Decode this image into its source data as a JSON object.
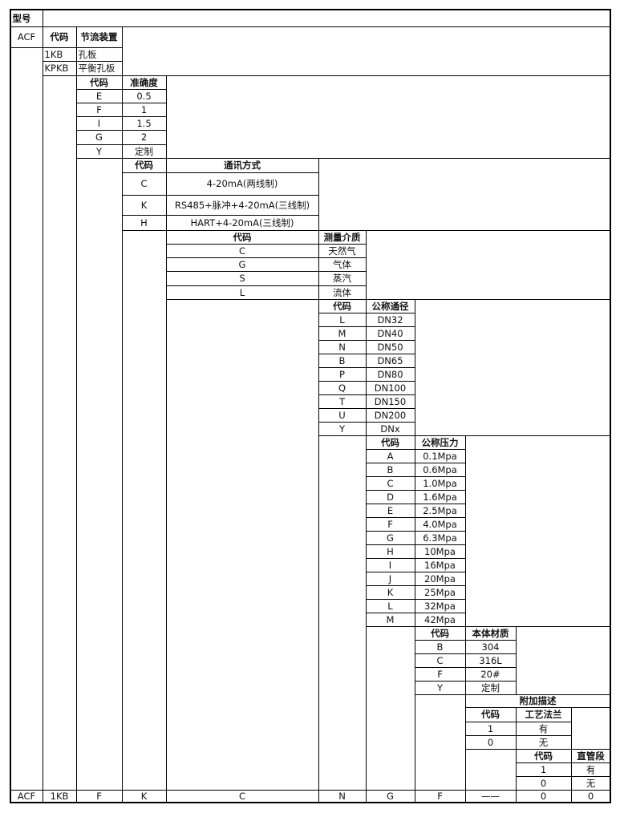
{
  "title": "型号",
  "model": {
    "code": "ACF",
    "code_header": "代码",
    "name_header": "节流装置",
    "items": [
      {
        "code": "1KB",
        "label": "孔板"
      },
      {
        "code": "KPKB",
        "label": "平衡孔板"
      }
    ]
  },
  "accuracy": {
    "code_header": "代码",
    "name_header": "准确度",
    "items": [
      {
        "code": "E",
        "label": "0.5"
      },
      {
        "code": "F",
        "label": "1"
      },
      {
        "code": "I",
        "label": "1.5"
      },
      {
        "code": "G",
        "label": "2"
      },
      {
        "code": "Y",
        "label": "定制"
      }
    ]
  },
  "communication": {
    "code_header": "代码",
    "name_header": "通讯方式",
    "items": [
      {
        "code": "C",
        "label": "4-20mA(两线制)"
      },
      {
        "code": "K",
        "label": "RS485+脉冲+4-20mA(三线制)"
      },
      {
        "code": "H",
        "label": "HART+4-20mA(三线制)"
      }
    ]
  },
  "medium": {
    "code_header": "代码",
    "name_header": "测量介质",
    "items": [
      {
        "code": "C",
        "label": "天然气"
      },
      {
        "code": "G",
        "label": "气体"
      },
      {
        "code": "S",
        "label": "蒸汽"
      },
      {
        "code": "L",
        "label": "流体"
      }
    ]
  },
  "diameter": {
    "code_header": "代码",
    "name_header": "公称通径",
    "items": [
      {
        "code": "L",
        "label": "DN32"
      },
      {
        "code": "M",
        "label": "DN40"
      },
      {
        "code": "N",
        "label": "DN50"
      },
      {
        "code": "B",
        "label": "DN65"
      },
      {
        "code": "P",
        "label": "DN80"
      },
      {
        "code": "Q",
        "label": "DN100"
      },
      {
        "code": "T",
        "label": "DN150"
      },
      {
        "code": "U",
        "label": "DN200"
      },
      {
        "code": "Y",
        "label": "DNx"
      }
    ]
  },
  "pressure": {
    "code_header": "代码",
    "name_header": "公称压力",
    "items": [
      {
        "code": "A",
        "label": "0.1Mpa"
      },
      {
        "code": "B",
        "label": "0.6Mpa"
      },
      {
        "code": "C",
        "label": "1.0Mpa"
      },
      {
        "code": "D",
        "label": "1.6Mpa"
      },
      {
        "code": "E",
        "label": "2.5Mpa"
      },
      {
        "code": "F",
        "label": "4.0Mpa"
      },
      {
        "code": "G",
        "label": "6.3Mpa"
      },
      {
        "code": "H",
        "label": "10Mpa"
      },
      {
        "code": "I",
        "label": "16Mpa"
      },
      {
        "code": "J",
        "label": "20Mpa"
      },
      {
        "code": "K",
        "label": "25Mpa"
      },
      {
        "code": "L",
        "label": "32Mpa"
      },
      {
        "code": "M",
        "label": "42Mpa"
      }
    ]
  },
  "material": {
    "code_header": "代码",
    "name_header": "本体材质",
    "items": [
      {
        "code": "B",
        "label": "304"
      },
      {
        "code": "C",
        "label": "316L"
      },
      {
        "code": "F",
        "label": "20#"
      },
      {
        "code": "Y",
        "label": "定制"
      }
    ]
  },
  "extra_header": "附加描述",
  "flange": {
    "code_header": "代码",
    "name_header": "工艺法兰",
    "items": [
      {
        "code": "1",
        "label": "有"
      },
      {
        "code": "0",
        "label": "无"
      }
    ]
  },
  "straight": {
    "code_header": "代码",
    "name_header": "直管段",
    "items": [
      {
        "code": "1",
        "label": "有"
      },
      {
        "code": "0",
        "label": "无"
      }
    ]
  },
  "example": [
    "ACF",
    "1KB",
    "F",
    "K",
    "C",
    "N",
    "G",
    "F",
    "——",
    "0",
    "0"
  ]
}
